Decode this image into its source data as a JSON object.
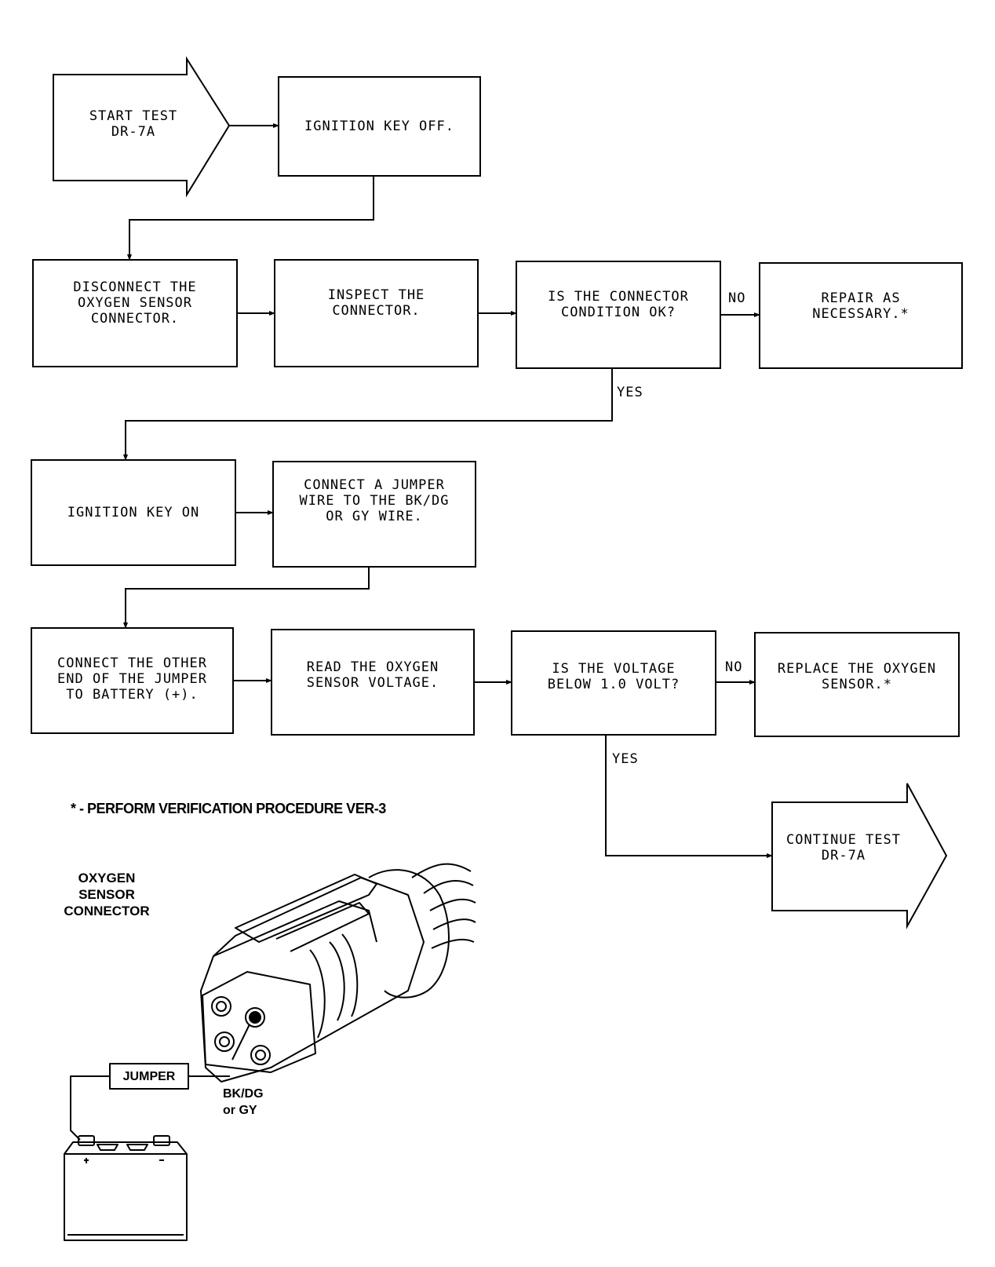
{
  "nodes": {
    "start": "START TEST\nDR-7A",
    "key_off": "IGNITION KEY OFF.",
    "disconnect": "DISCONNECT THE\nOXYGEN SENSOR\nCONNECTOR.",
    "inspect": "INSPECT THE\nCONNECTOR.",
    "connector_ok": "IS THE CONNECTOR\nCONDITION OK?",
    "repair": "REPAIR AS\nNECESSARY.*",
    "key_on": "IGNITION KEY ON",
    "connect_jumper": "CONNECT A JUMPER\nWIRE TO THE BK/DG\nOR GY WIRE.",
    "connect_other": "CONNECT THE OTHER\nEND OF THE JUMPER\nTO BATTERY (+).",
    "read_voltage": "READ THE OXYGEN\nSENSOR VOLTAGE.",
    "voltage_below": "IS THE VOLTAGE\nBELOW 1.0 VOLT?",
    "replace": "REPLACE THE OXYGEN\nSENSOR.*",
    "continue": "CONTINUE TEST\nDR-7A"
  },
  "edge_labels": {
    "no_1": "NO",
    "yes_1": "YES",
    "no_2": "NO",
    "yes_2": "YES"
  },
  "footnote": "* - PERFORM VERIFICATION PROCEDURE VER-3",
  "illustration": {
    "title": "OXYGEN\nSENSOR\nCONNECTOR",
    "jumper_label": "JUMPER",
    "wire_label": "BK/DG\nor GY"
  }
}
